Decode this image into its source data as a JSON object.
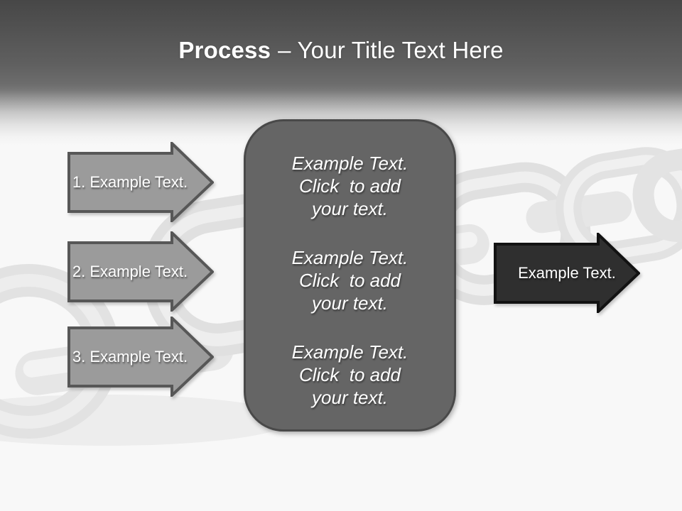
{
  "slide": {
    "title": {
      "bold": "Process",
      "rest": "– Your Title Text Here"
    },
    "steps": [
      {
        "label": "1. Example Text."
      },
      {
        "label": "2. Example Text."
      },
      {
        "label": "3. Example Text."
      }
    ],
    "center_box": {
      "paragraphs": [
        "Example Text.\nClick  to add\nyour text.",
        "Example Text.\nClick  to add\nyour text.",
        "Example Text.\nClick  to add\nyour text."
      ]
    },
    "output_arrow": {
      "label": "Example Text."
    },
    "decor": {
      "background_image": "faded-3d-chain"
    },
    "colors": {
      "header_dark": "#474747",
      "background": "#f8f8f8",
      "step_arrow_fill": "#9b9b9b",
      "step_arrow_border": "#575757",
      "center_box_fill": "#656565",
      "center_box_border": "#494949",
      "output_arrow_fill": "#2f2f2f",
      "output_arrow_border": "#121212",
      "text": "#ffffff"
    }
  }
}
